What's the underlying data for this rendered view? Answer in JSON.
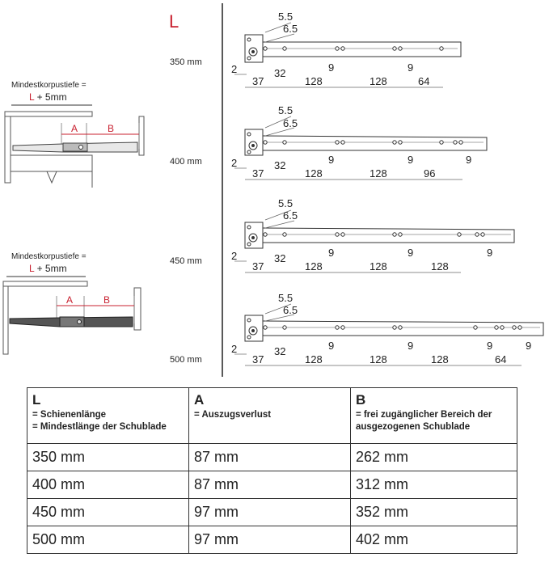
{
  "header_letter": "L",
  "lengths": [
    "350 mm",
    "400 mm",
    "450 mm",
    "500 mm"
  ],
  "install_views": [
    {
      "min_depth_label": "Mindestkorpustiefe =",
      "formula": {
        "var": "L",
        "rest": " + 5mm"
      },
      "a_label": "A",
      "b_label": "B"
    },
    {
      "min_depth_label": "Mindestkorpustiefe =",
      "formula": {
        "var": "L",
        "rest": " + 5mm"
      },
      "a_label": "A",
      "b_label": "B"
    }
  ],
  "rails": [
    {
      "top": [
        "5.5",
        "6.5"
      ],
      "left": [
        "2",
        "37",
        "32"
      ],
      "spacing": [
        "128",
        "128",
        "64"
      ],
      "offset9": [
        "9",
        "9"
      ]
    },
    {
      "top": [
        "5.5",
        "6.5"
      ],
      "left": [
        "2",
        "37",
        "32"
      ],
      "spacing": [
        "128",
        "128",
        "96"
      ],
      "offset9": [
        "9",
        "9",
        "9"
      ]
    },
    {
      "top": [
        "5.5",
        "6.5"
      ],
      "left": [
        "2",
        "37",
        "32"
      ],
      "spacing": [
        "128",
        "128",
        "128"
      ],
      "offset9": [
        "9",
        "9",
        "9"
      ]
    },
    {
      "top": [
        "5.5",
        "6.5"
      ],
      "left": [
        "2",
        "37",
        "32"
      ],
      "spacing": [
        "128",
        "128",
        "128",
        "64"
      ],
      "offset9": [
        "9",
        "9",
        "9",
        "9"
      ]
    }
  ],
  "colors": {
    "accent_red": "#c8202f",
    "line": "#333333"
  },
  "table": {
    "headers": [
      {
        "key": "L",
        "lines": [
          "= Schienenlänge",
          "= Mindestlänge der Schublade"
        ]
      },
      {
        "key": "A",
        "lines": [
          "= Auszugsverlust"
        ]
      },
      {
        "key": "B",
        "lines": [
          "= frei zugänglicher Bereich der",
          "ausgezogenen Schublade"
        ]
      }
    ],
    "rows": [
      [
        "350 mm",
        "87 mm",
        "262 mm"
      ],
      [
        "400 mm",
        "87 mm",
        "312 mm"
      ],
      [
        "450 mm",
        "97 mm",
        "352 mm"
      ],
      [
        "500 mm",
        "97 mm",
        "402 mm"
      ]
    ]
  }
}
